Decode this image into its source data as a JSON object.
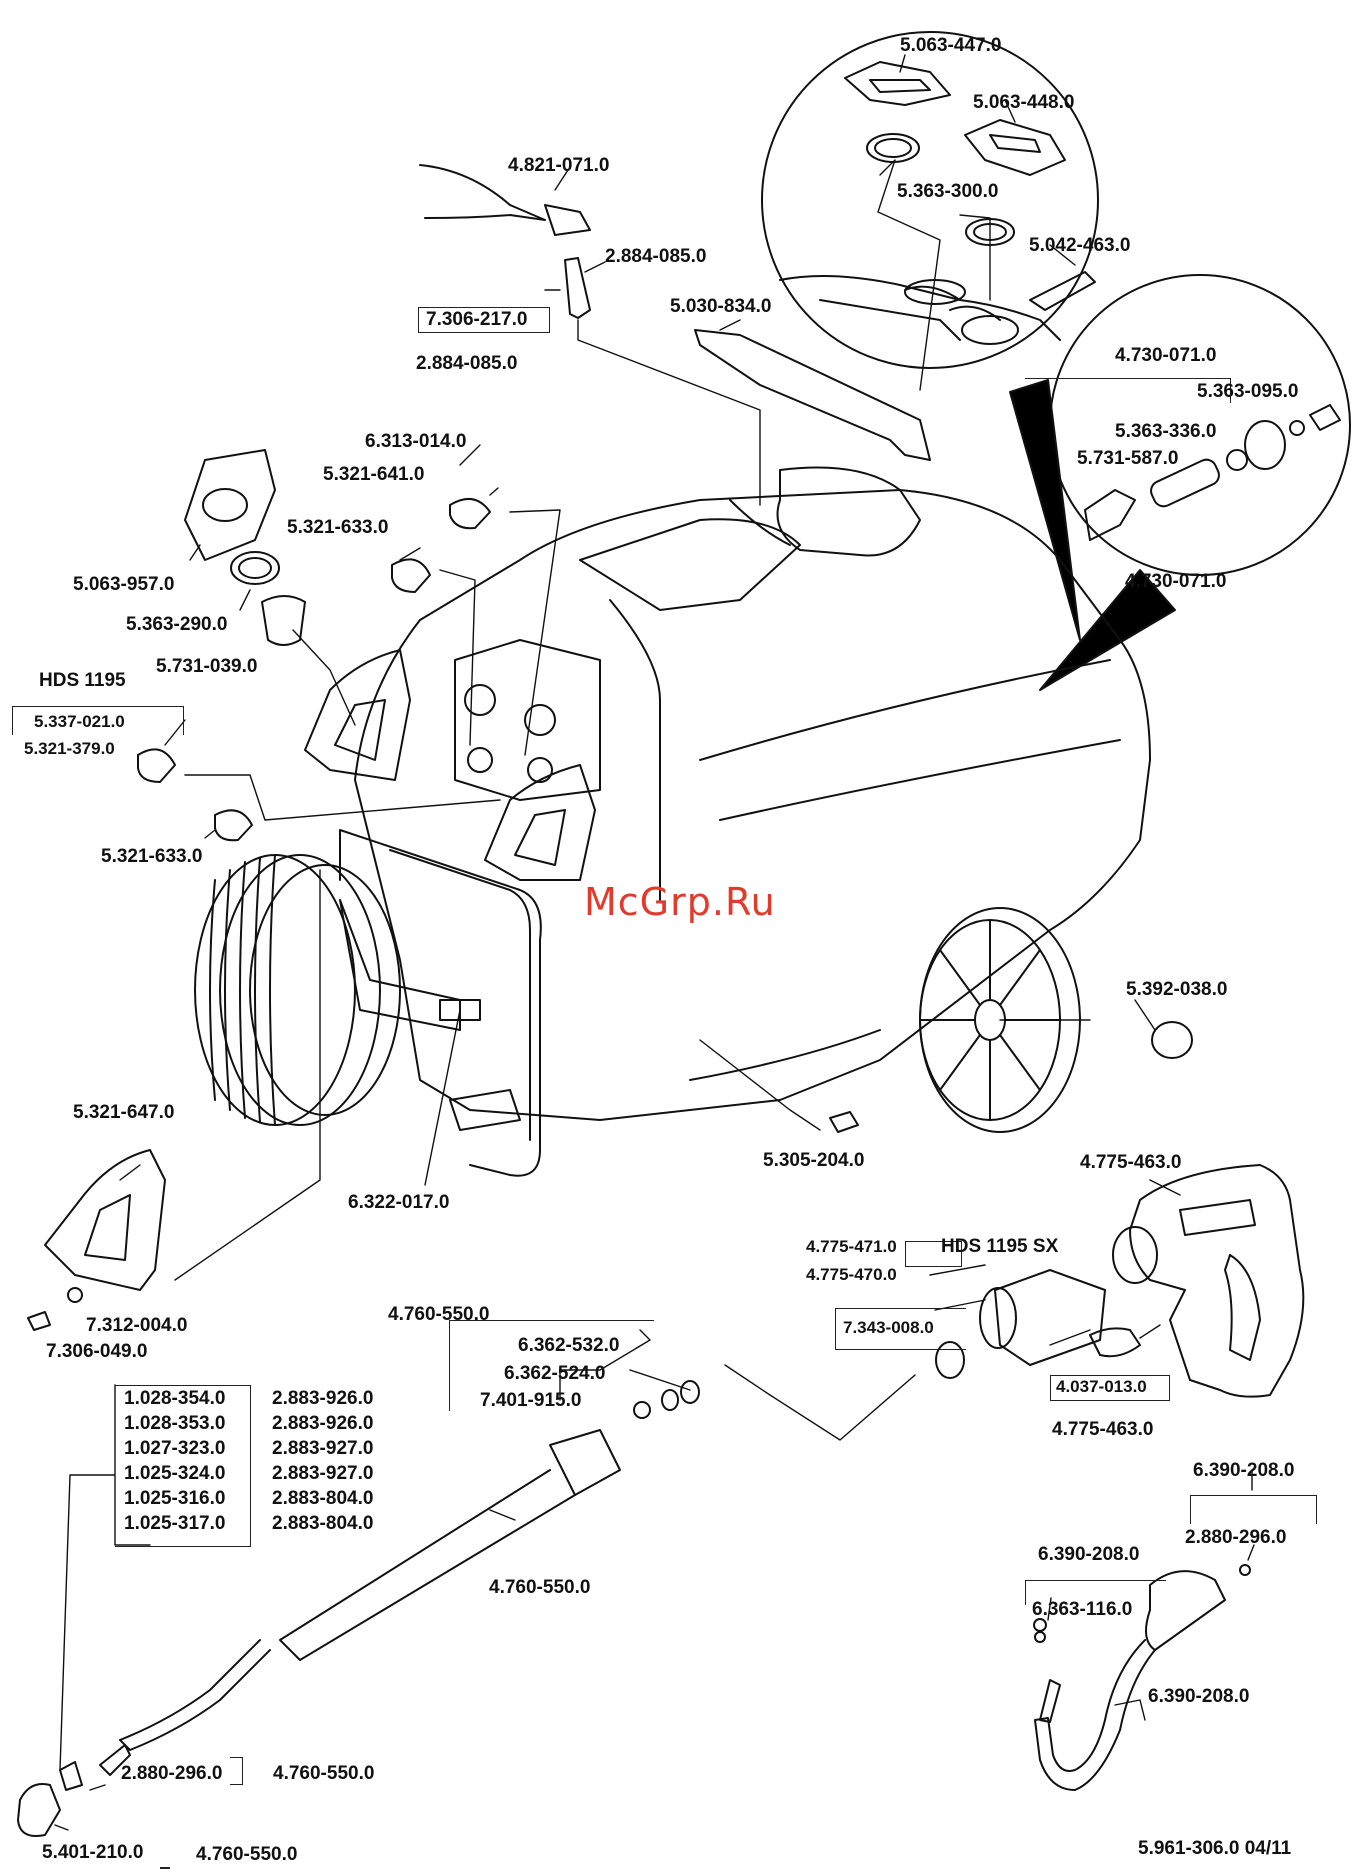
{
  "watermark": "McGrp.Ru",
  "footer": "5.961-306.0  04/11",
  "labels": {
    "l5063447": "5.063-447.0",
    "l5063448": "5.063-448.0",
    "l5363300": "5.363-300.0",
    "l5042463": "5.042-463.0",
    "l4821071": "4.821-071.0",
    "l2884085a": "2.884-085.0",
    "l7306217": "7.306-217.0",
    "l2884085b": "2.884-085.0",
    "l5030834": "5.030-834.0",
    "l4730071a": "4.730-071.0",
    "l5363095": "5.363-095.0",
    "l5363336": "5.363-336.0",
    "l5731587": "5.731-587.0",
    "l4730071b": "4.730-071.0",
    "l6313014": "6.313-014.0",
    "l5321641": "5.321-641.0",
    "l5321633a": "5.321-633.0",
    "l5063957": "5.063-957.0",
    "l5363290": "5.363-290.0",
    "l5731039": "5.731-039.0",
    "hds1195": "HDS 1195",
    "l5337021": "5.337-021.0",
    "l5321379": "5.321-379.0",
    "l5321633b": "5.321-633.0",
    "l5392038": "5.392-038.0",
    "l5321647": "5.321-647.0",
    "l6322017": "6.322-017.0",
    "l5305204": "5.305-204.0",
    "l4775463a": "4.775-463.0",
    "l4775471": "4.775-471.0",
    "hds1195sx": "HDS 1195 SX",
    "l4775470": "4.775-470.0",
    "l7343008": "7.343-008.0",
    "l4037013": "4.037-013.0",
    "l4775463b": "4.775-463.0",
    "l7312004": "7.312-004.0",
    "l7306049": "7.306-049.0",
    "l4760550a": "4.760-550.0",
    "l6362532": "6.362-532.0",
    "l6362524": "6.362-524.0",
    "l7401915": "7.401-915.0",
    "l4760550b": "4.760-550.0",
    "l2880296a": "2.880-296.0",
    "l4760550c": "4.760-550.0",
    "l5401210": "5.401-210.0",
    "l4760550d": "4.760-550.0",
    "l6390208a": "6.390-208.0",
    "l6390208b": "6.390-208.0",
    "l2880296b": "2.880-296.0",
    "l6363116": "6.363-116.0",
    "l6390208c": "6.390-208.0"
  },
  "nozzle_table": {
    "left": [
      "1.028-354.0",
      "1.028-353.0",
      "1.027-323.0",
      "1.025-324.0",
      "1.025-316.0",
      "1.025-317.0"
    ],
    "right": [
      "2.883-926.0",
      "2.883-926.0",
      "2.883-927.0",
      "2.883-927.0",
      "2.883-804.0",
      "2.883-804.0"
    ]
  }
}
